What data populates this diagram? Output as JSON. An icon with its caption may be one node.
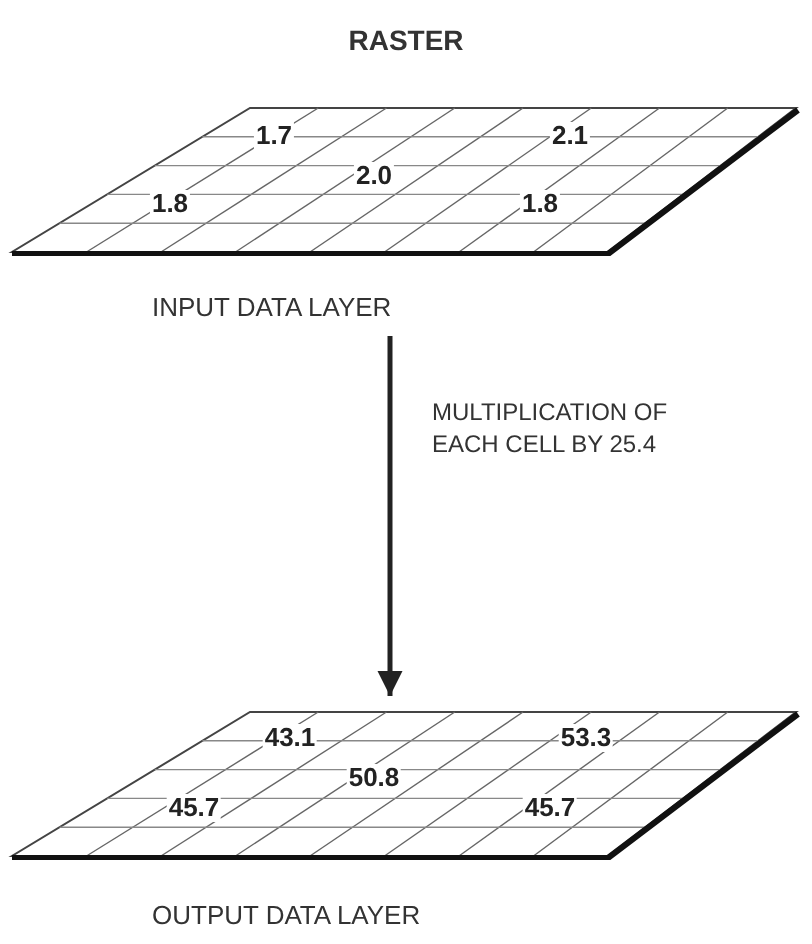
{
  "diagram": {
    "title": "RASTER",
    "nodes": [
      {
        "text": [
          "INPUT DATA LAYER"
        ]
      },
      {
        "text": [
          "OUTPUT DATA LAYER"
        ]
      }
    ],
    "edges": [
      {
        "from": 0,
        "to": 1,
        "arrow": "to",
        "label": "MULTIPLICATION OF EACH CELL BY 25.4"
      }
    ],
    "labels": [
      "1.7",
      "2.1",
      "2.0",
      "1.8",
      "1.8",
      "43.1",
      "53.3",
      "50.8",
      "45.7",
      "45.7"
    ]
  }
}
